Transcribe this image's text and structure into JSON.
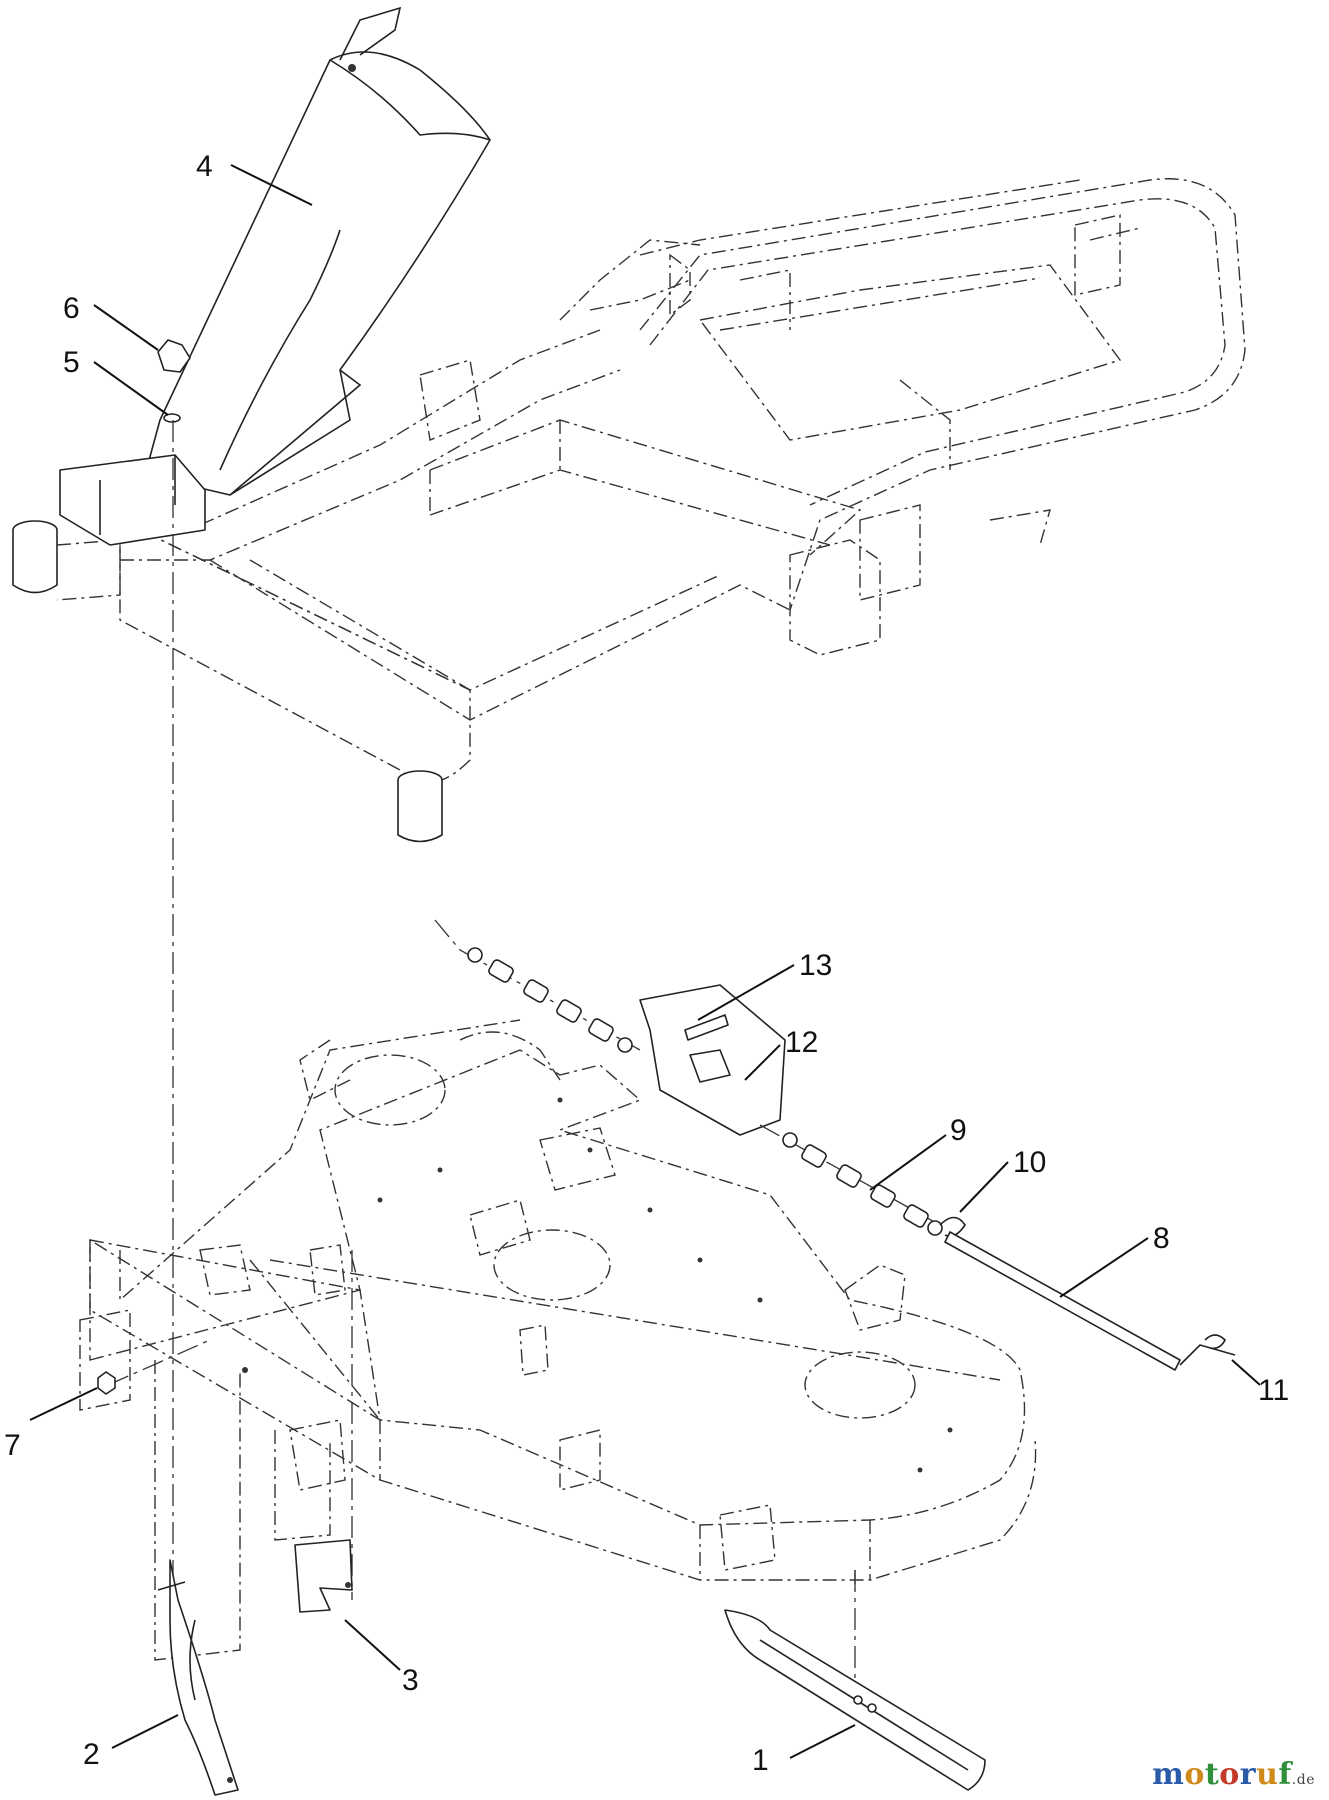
{
  "callouts": {
    "c1": "1",
    "c2": "2",
    "c3": "3",
    "c4": "4",
    "c5": "5",
    "c6": "6",
    "c7": "7",
    "c8": "8",
    "c9": "9",
    "c10": "10",
    "c11": "11",
    "c12": "12",
    "c13": "13"
  },
  "watermark": {
    "letters": [
      "m",
      "o",
      "t",
      "o",
      "r",
      "u",
      "f"
    ],
    "letter_colors": [
      "#2a5aa8",
      "#d08a1c",
      "#2f8f3a",
      "#c23a2a",
      "#2a5aa8",
      "#d08a1c",
      "#2f8f3a"
    ],
    "suffix": ".de"
  }
}
